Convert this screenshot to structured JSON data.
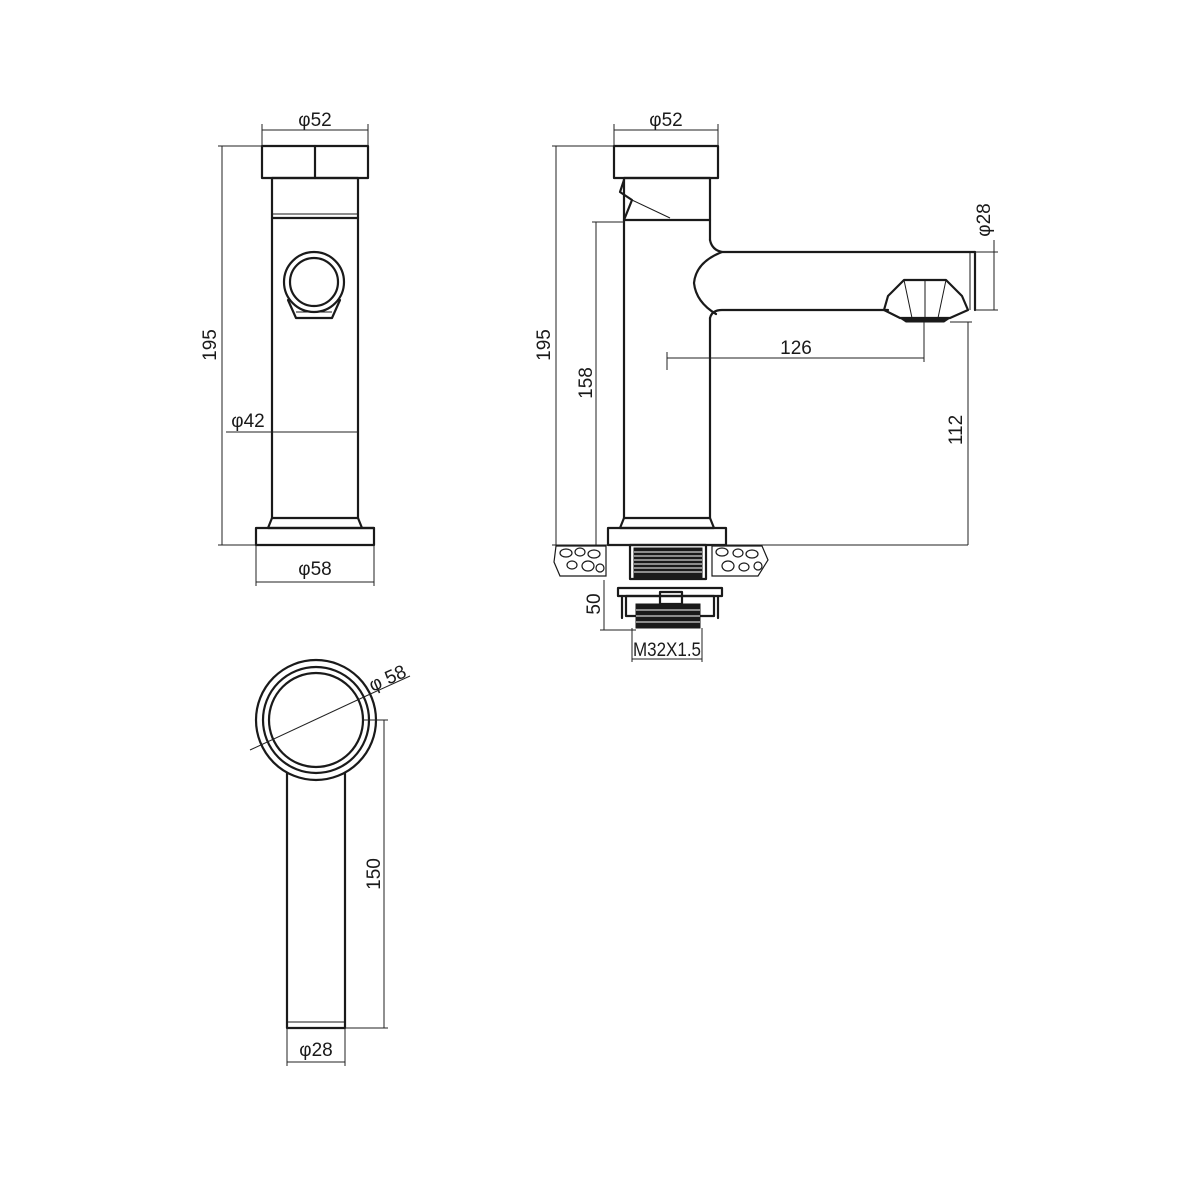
{
  "labels": {
    "front_top_dia": "φ52",
    "front_height": "195",
    "front_body_dia": "φ42",
    "front_base_dia": "φ58",
    "side_top_dia": "φ52",
    "side_height_total": "195",
    "side_height_body": "158",
    "side_spout_dia": "φ28",
    "side_reach": "126",
    "side_outlet_height": "112",
    "side_shank_length": "50",
    "side_thread": "M32X1.5",
    "top_base_dia": "φ 58",
    "top_spout_length": "150",
    "top_spout_dia": "φ28"
  },
  "colors": {
    "line": "#1a1a1a",
    "background": "#ffffff"
  }
}
